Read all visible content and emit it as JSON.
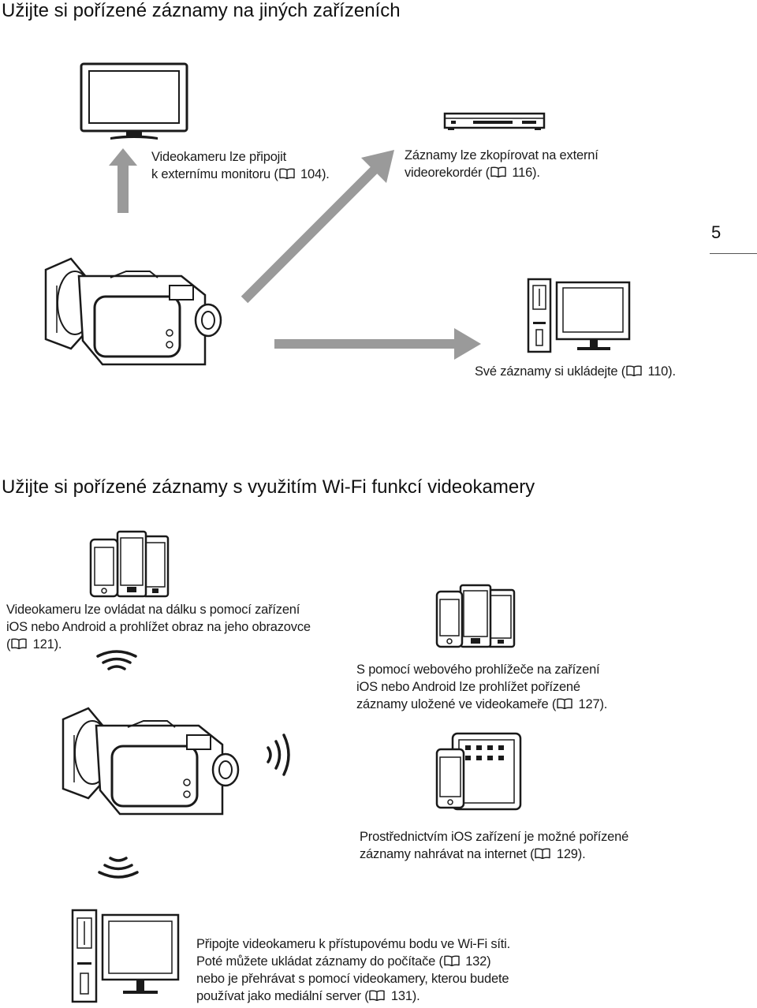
{
  "section1": {
    "title": "Užijte si pořízené záznamy na jiných zařízeních",
    "monitor_caption": {
      "line1": "Videokameru lze připojit",
      "line2_pre": "k externímu monitoru (",
      "line2_post": " 104)."
    },
    "recorder_caption": {
      "line1": "Záznamy lze zkopírovat na externí",
      "line2_pre": "videorekordér (",
      "line2_post": " 116)."
    },
    "computer_caption": {
      "line1_pre": "Své záznamy si ukládejte (",
      "line1_post": " 110)."
    }
  },
  "page_number": "5",
  "section2": {
    "title": "Užijte si pořízené záznamy s využitím Wi-Fi funkcí videokamery",
    "remote_caption": {
      "line1": "Videokameru lze ovládat na dálku s pomocí zařízení",
      "line2": "iOS nebo Android a prohlížet obraz na jeho obrazovce",
      "line3_pre": "(",
      "line3_post": " 121)."
    },
    "browser_caption": {
      "line1": "S pomocí webového prohlížeče na zařízení",
      "line2": "iOS nebo Android lze prohlížet pořízené",
      "line3_pre": "záznamy uložené ve videokameře (",
      "line3_post": " 127)."
    },
    "upload_caption": {
      "line1": "Prostřednictvím iOS zařízení je možné pořízené",
      "line2_pre": "záznamy nahrávat na internet (",
      "line2_post": " 129)."
    },
    "access_point_caption": {
      "line1": "Připojte videokameru k přístupovému bodu ve Wi-Fi síti.",
      "line2_pre": "Poté můžete ukládat záznamy do počítače (",
      "line2_post": " 132)",
      "line3": "nebo je přehrávat s pomocí videokamery, kterou budete",
      "line4_pre": "používat jako mediální server (",
      "line4_post": " 131)."
    }
  },
  "icons": {
    "book": "book-reference-icon",
    "tv": "television-monitor-icon",
    "recorder": "video-recorder-icon",
    "computer": "desktop-computer-icon",
    "camcorder": "camcorder-icon",
    "phones": "smartphones-icon",
    "tablet": "tablet-icon",
    "wifi": "wifi-waves-icon",
    "arrow": "arrow-icon"
  },
  "colors": {
    "arrow": "#9a9a9a",
    "text": "#1a1a1a",
    "line_art": "#1a1a1a"
  }
}
